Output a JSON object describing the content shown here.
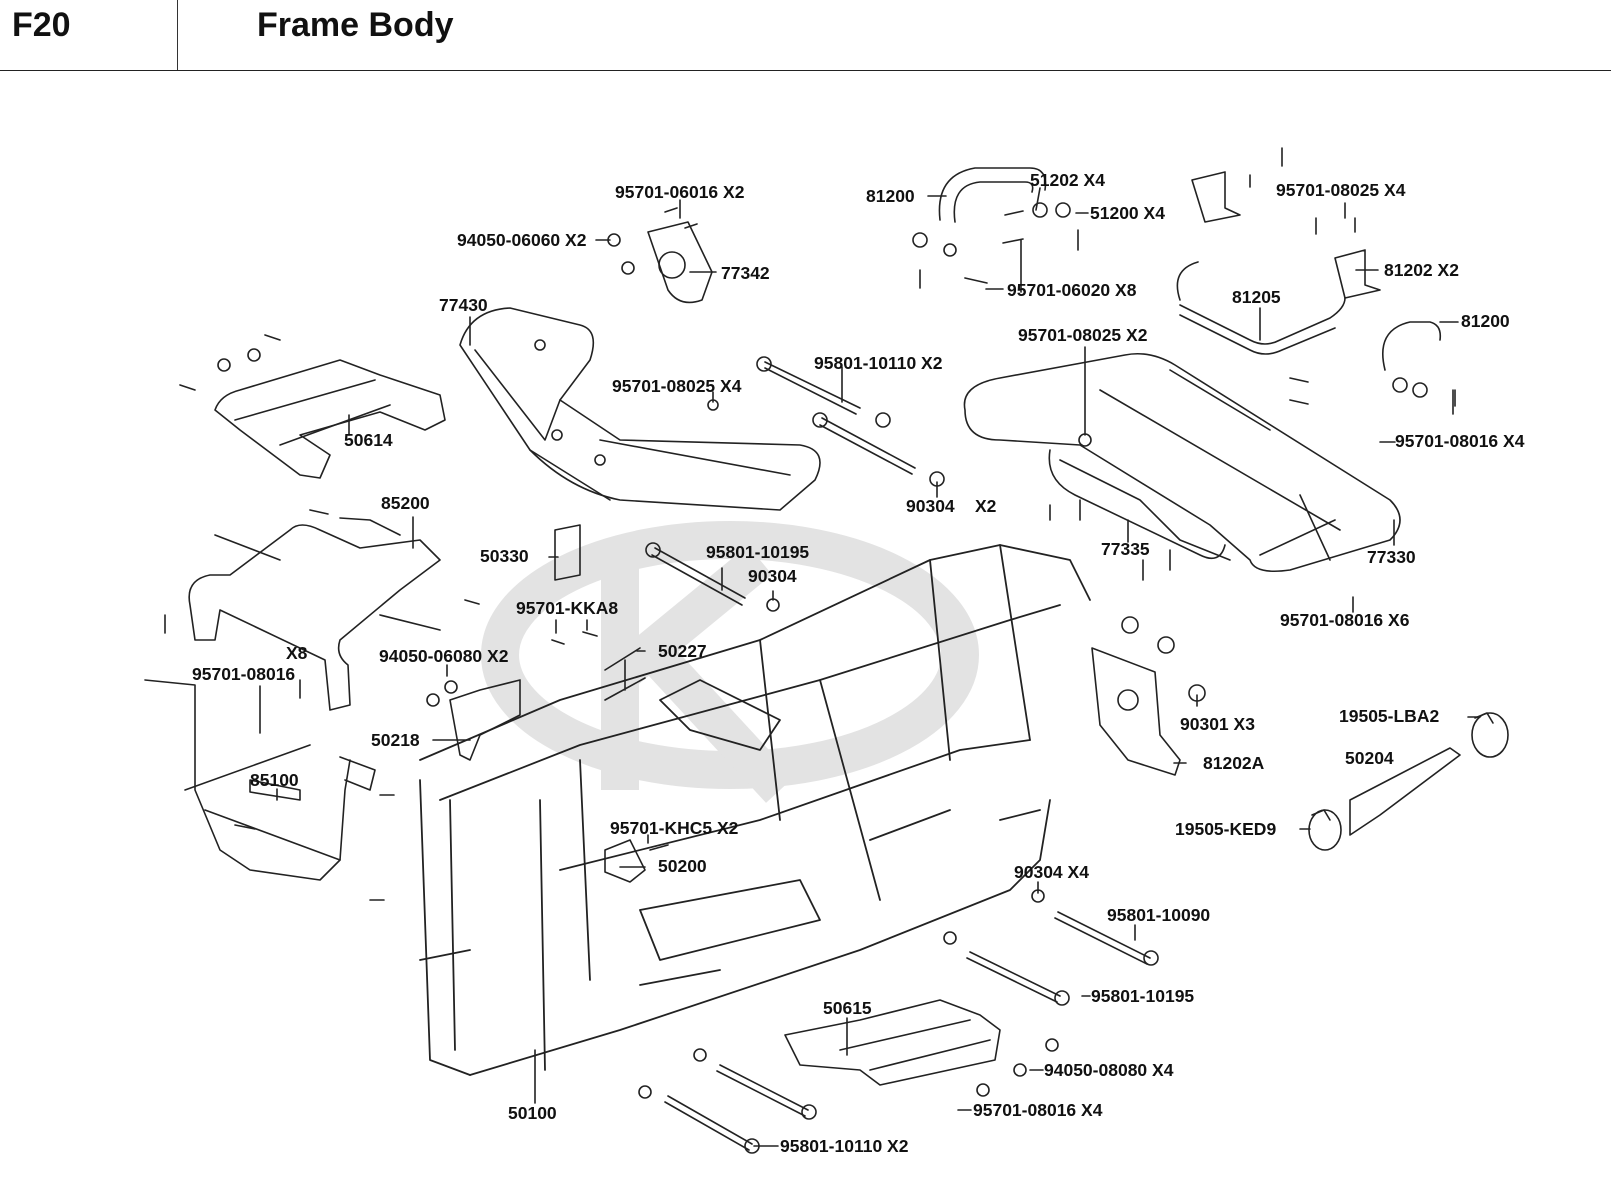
{
  "header": {
    "section_code": "F20",
    "title": "Frame Body"
  },
  "watermark": {
    "brand": "KYMCO",
    "color": "#e3e3e3"
  },
  "callouts": [
    {
      "id": "c1",
      "part_no": "95701-06016 X2"
    },
    {
      "id": "c2",
      "part_no": "94050-06060 X2"
    },
    {
      "id": "c3",
      "part_no": "77342"
    },
    {
      "id": "c4",
      "part_no": "81200"
    },
    {
      "id": "c5",
      "part_no": "51202 X4"
    },
    {
      "id": "c6",
      "part_no": "51200 X4"
    },
    {
      "id": "c7",
      "part_no": "95701-06020 X8"
    },
    {
      "id": "c8",
      "part_no": "95701-08025 X4"
    },
    {
      "id": "c9",
      "part_no": "81202 X2"
    },
    {
      "id": "c10",
      "part_no": "81205"
    },
    {
      "id": "c11",
      "part_no": "81200"
    },
    {
      "id": "c12",
      "part_no": "77430"
    },
    {
      "id": "c13",
      "part_no": "95801-10110 X2"
    },
    {
      "id": "c14",
      "part_no": "95701-08025 X4"
    },
    {
      "id": "c15",
      "part_no": "95701-08025 X2"
    },
    {
      "id": "c16",
      "part_no": "95701-08016 X4"
    },
    {
      "id": "c17",
      "part_no": "50614"
    },
    {
      "id": "c18",
      "part_no": "90304"
    },
    {
      "id": "c19",
      "part_no": "X2"
    },
    {
      "id": "c20",
      "part_no": "77335"
    },
    {
      "id": "c21",
      "part_no": "77330"
    },
    {
      "id": "c22",
      "part_no": "85200"
    },
    {
      "id": "c23",
      "part_no": "50330"
    },
    {
      "id": "c24",
      "part_no": "95801-10195"
    },
    {
      "id": "c25",
      "part_no": "90304"
    },
    {
      "id": "c26",
      "part_no": "95701-08016 X6"
    },
    {
      "id": "c27",
      "part_no": "95701-KKA8"
    },
    {
      "id": "c28",
      "part_no": "50227"
    },
    {
      "id": "c29",
      "part_no": "X8"
    },
    {
      "id": "c30",
      "part_no": "95701-08016"
    },
    {
      "id": "c31",
      "part_no": "94050-06080 X2"
    },
    {
      "id": "c32",
      "part_no": "90301  X3"
    },
    {
      "id": "c33",
      "part_no": "19505-LBA2"
    },
    {
      "id": "c34",
      "part_no": "50218"
    },
    {
      "id": "c35",
      "part_no": "81202A"
    },
    {
      "id": "c36",
      "part_no": "50204"
    },
    {
      "id": "c37",
      "part_no": "85100"
    },
    {
      "id": "c38",
      "part_no": "19505-KED9"
    },
    {
      "id": "c39",
      "part_no": "95701-KHC5 X2"
    },
    {
      "id": "c40",
      "part_no": "50200"
    },
    {
      "id": "c41",
      "part_no": "90304  X4"
    },
    {
      "id": "c42",
      "part_no": "95801-10090"
    },
    {
      "id": "c43",
      "part_no": "95801-10195"
    },
    {
      "id": "c44",
      "part_no": "50615"
    },
    {
      "id": "c45",
      "part_no": "94050-08080 X4"
    },
    {
      "id": "c46",
      "part_no": "50100"
    },
    {
      "id": "c47",
      "part_no": "95701-08016 X4"
    },
    {
      "id": "c48",
      "part_no": "95801-10110 X2"
    }
  ]
}
